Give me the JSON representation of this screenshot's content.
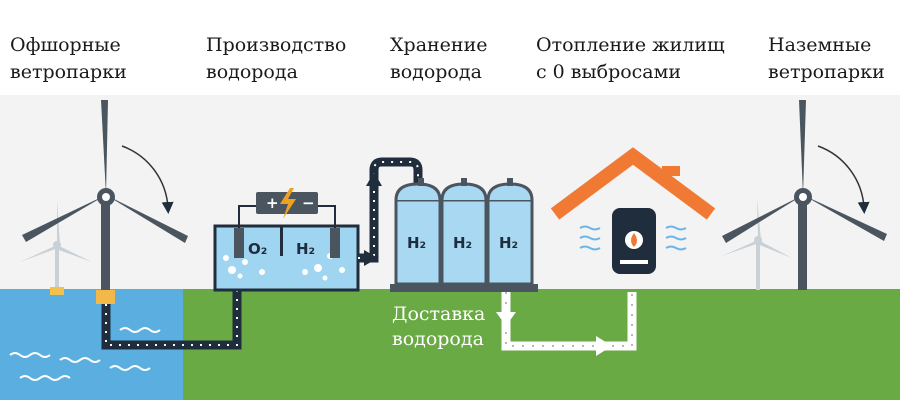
{
  "stages": {
    "offshore": [
      "Офшорные",
      "ветропарки"
    ],
    "production": [
      "Производство",
      "водорода"
    ],
    "storage": [
      "Хранение",
      "водорода"
    ],
    "heating": [
      "Отопление жилищ",
      "с 0 выбросами"
    ],
    "onshore": [
      "Наземные",
      "ветропарки"
    ]
  },
  "delivery": [
    "Доставка",
    "водорода"
  ],
  "electrolyzer": {
    "o2_label": "O₂",
    "h2_label": "H₂",
    "plus": "+",
    "minus": "−"
  },
  "tanks": [
    "H₂",
    "H₂",
    "H₂"
  ],
  "colors": {
    "sea": "#5aaee0",
    "land": "#6aaa45",
    "turbine": "#4a5560",
    "pipe": "#1f2d3d",
    "water": "#9fd5f0",
    "tank": "#a9d8f2",
    "roof": "#f07a34",
    "bolt": "#f0a020"
  }
}
